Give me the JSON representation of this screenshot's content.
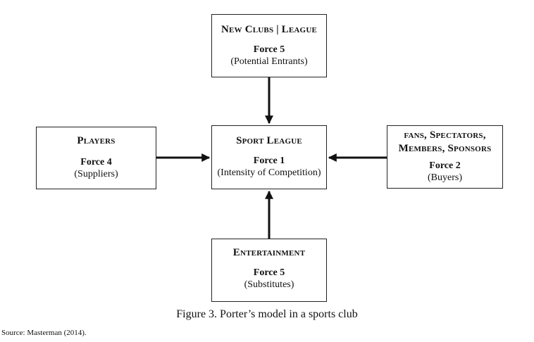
{
  "nodes": {
    "top": {
      "title": "New Clubs | League",
      "force": "Force 5",
      "role": "(Potential Entrants)"
    },
    "center": {
      "title": "Sport League",
      "force": "Force 1",
      "role": "(Intensity of Competition)"
    },
    "left": {
      "title": "Players",
      "force": "Force 4",
      "role": "(Suppliers)"
    },
    "right": {
      "title": "fans, Spectators,\nMembers, Sponsors",
      "force": "Force 2",
      "role": "(Buyers)"
    },
    "bottom": {
      "title": "Entertainment",
      "force": "Force 5",
      "role": "(Substitutes)"
    }
  },
  "caption": "Figure 3. Porter’s model in a sports club",
  "source": "Source: Masterman (2014)."
}
